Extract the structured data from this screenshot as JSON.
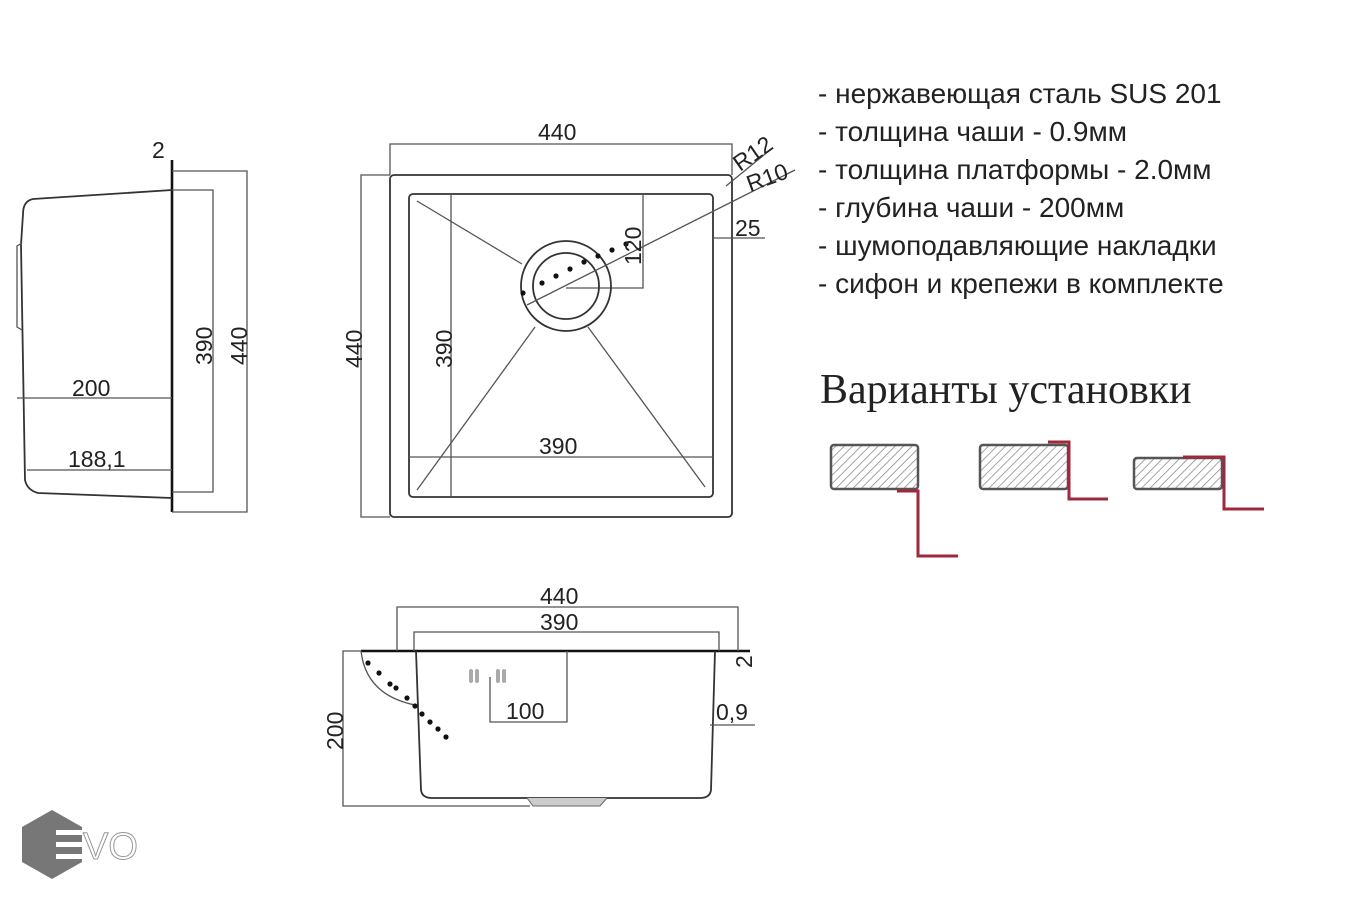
{
  "specs": [
    "- нержавеющая сталь SUS 201",
    "- толщина чаши - 0.9мм",
    "- толщина платформы - 2.0мм",
    "- глубина чаши - 200мм",
    "- шумоподавляющие накладки",
    "- сифон и крепежи в комплекте"
  ],
  "install_title": "Варианты установки",
  "side_view": {
    "top": "2",
    "inner": "390",
    "outer": "440",
    "depth": "200",
    "bottom": "188,1"
  },
  "top_view": {
    "width": "440",
    "height": "440",
    "bowl_height": "390",
    "bowl_width": "390",
    "drain_offset": "120",
    "r_outer": "R12",
    "r_inner": "R10",
    "rim": "25"
  },
  "front_view": {
    "width": "440",
    "bowl_width": "390",
    "rim": "2",
    "thickness": "0,9",
    "overflow": "100",
    "depth": "200"
  },
  "logo": {
    "text": "EVO"
  },
  "colors": {
    "accent": "#a0283c",
    "logo": "#777777"
  }
}
